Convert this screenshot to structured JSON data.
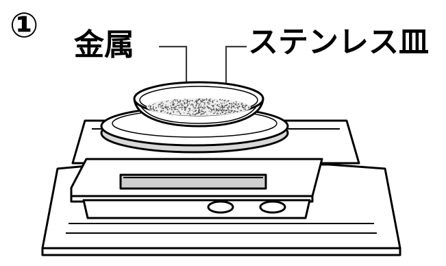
{
  "step": {
    "number": "①"
  },
  "labels": {
    "metal": "金属",
    "dish": "ステンレス皿"
  },
  "colors": {
    "outline": "#000000",
    "body_fill": "#ffffff",
    "shadow_gray": "#d8d8d8",
    "display_gray": "#cfcfcf",
    "powder_gray": "#555555"
  }
}
